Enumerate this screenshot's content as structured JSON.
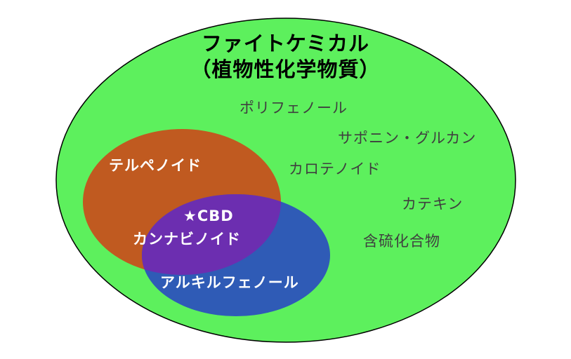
{
  "diagram": {
    "title_line1": "ファイトケミカル",
    "title_line2": "（植物性化学物質）",
    "outer_labels": {
      "polyphenol": "ポリフェノール",
      "saponin_glucan": "サポニン・グルカン",
      "carotenoid": "カロテノイド",
      "catechin": "カテキン",
      "sulfur_compounds": "含硫化合物"
    },
    "terpenoid_label": "テルペノイド",
    "overlap_labels": {
      "cbd": "★CBD",
      "cannabinoid": "カンナビノイド"
    },
    "alkylphenol_label": "アルキルフェノール"
  },
  "colors": {
    "outer_ellipse": "#5DF05D",
    "outer_ellipse_outline": "#000000",
    "terpenoid_ellipse": "#C05A20",
    "alkylphenol_ellipse": "#2F5BB6",
    "overlap_region": "#6C2EB0",
    "outer_label_text": "#3F3F3F",
    "title_text": "#000000",
    "shape_label_text": "#FFFFFF"
  }
}
